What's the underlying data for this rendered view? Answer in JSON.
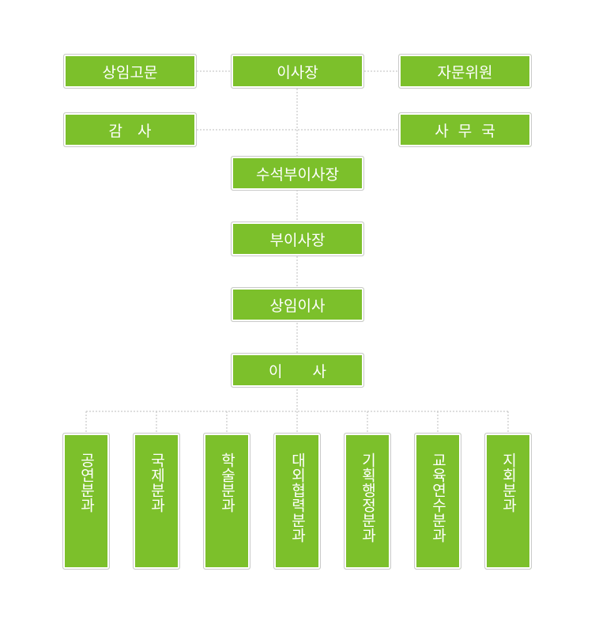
{
  "org": {
    "advisor": "상임고문",
    "chairman": "이사장",
    "consultant": "자문위원",
    "auditor": "감　사",
    "secretariat": "사 무 국",
    "senior_vice_chairman": "수석부이사장",
    "vice_chairman": "부이사장",
    "standing_director": "상임이사",
    "director": "이　　사",
    "divisions": [
      "공연분과",
      "국제분과",
      "학술분과",
      "대외협력분과",
      "기획행정분과",
      "교육연수분과",
      "지회분과"
    ]
  },
  "colors": {
    "box": "#7cc02b",
    "line": "#bdbdbd",
    "text": "#ffffff"
  }
}
